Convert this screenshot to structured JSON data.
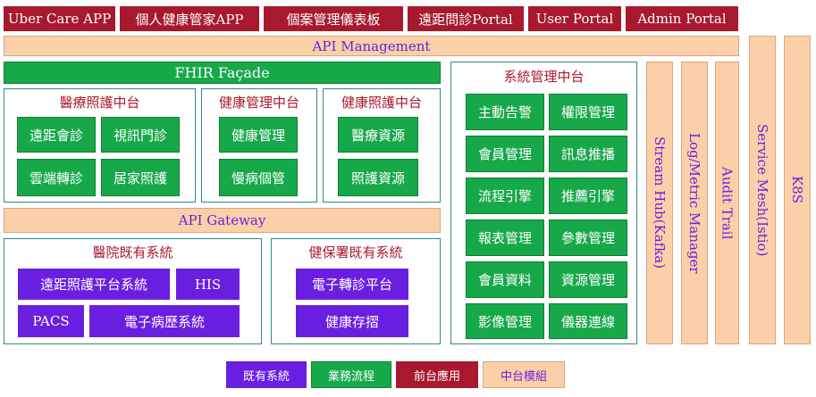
{
  "front_apps": [
    "Uber Care APP",
    "個人健康管家APP",
    "個案管理儀表板",
    "遠距問診Portal",
    "User Portal",
    "Admin Portal"
  ],
  "api_management": "API Management",
  "fhir_facade": "FHIR Façade",
  "api_gateway": "API Gateway",
  "medical_platform": {
    "title": "醫療照護中台",
    "items": [
      "遠距會診",
      "視訊門診",
      "雲端轉診",
      "居家照護"
    ]
  },
  "health_mgmt_platform": {
    "title": "健康管理中台",
    "items": [
      "健康管理",
      "慢病個管"
    ]
  },
  "health_care_platform": {
    "title": "健康照護中台",
    "items": [
      "醫療資源",
      "照護資源"
    ]
  },
  "system_mgmt_platform": {
    "title": "系統管理中台",
    "items": [
      "主動告警",
      "權限管理",
      "會員管理",
      "訊息推播",
      "流程引擎",
      "推薦引擎",
      "報表管理",
      "參數管理",
      "會員資料",
      "資源管理",
      "影像管理",
      "儀器連線"
    ]
  },
  "hospital_systems": {
    "title": "醫院既有系統",
    "items": [
      "遠距照護平台系統",
      "HIS",
      "PACS",
      "電子病歷系統"
    ]
  },
  "nhi_systems": {
    "title": "健保署既有系統",
    "items": [
      "電子轉診平台",
      "健康存摺"
    ]
  },
  "vertical_modules": [
    "Stream Hub(Kafka)",
    "Log/Metric Manager",
    "Audit Trail",
    "Service Mesh(Istio)",
    "K8S"
  ],
  "legend": [
    "既有系統",
    "業務流程",
    "前台應用",
    "中台模組"
  ],
  "colors": {
    "legacy": "#6a1fe0",
    "business": "#17a84a",
    "frontend": "#a8192e",
    "middle": "#fbd0a8",
    "panel_border": "#2e8b8b"
  }
}
